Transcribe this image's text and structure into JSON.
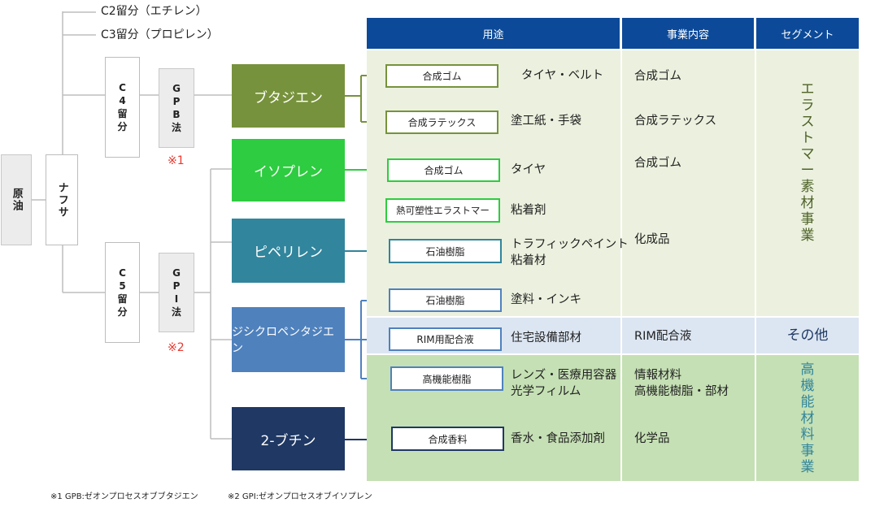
{
  "raw_material": "原油",
  "naphtha": "ナフサ",
  "c2": "C2留分（エチレン）",
  "c3": "C3留分（プロピレン）",
  "c4": [
    "C",
    "4",
    "留",
    "分"
  ],
  "c5": [
    "C",
    "5",
    "留",
    "分"
  ],
  "gpb": [
    "G",
    "P",
    "B",
    "法"
  ],
  "gpi": [
    "G",
    "P",
    "I",
    "法"
  ],
  "note1_mark": "※1",
  "note2_mark": "※2",
  "products": {
    "butadiene": "ブタジエン",
    "isoprene": "イソプレン",
    "piperylene": "ピペリレン",
    "dicyclopentadiene": "ジシクロペンタジエン",
    "butene": "2-ブチン"
  },
  "headers": {
    "use": "用途",
    "business": "事業内容",
    "segment": "セグメント"
  },
  "uses": {
    "u1": "合成ゴム",
    "u2": "合成ラテックス",
    "u3": "合成ゴム",
    "u4": "熱可塑性エラストマー",
    "u5": "石油樹脂",
    "u6": "石油樹脂",
    "u7": "RIM用配合液",
    "u8": "高機能樹脂",
    "u9": "合成香料"
  },
  "applications": {
    "a1": "タイヤ・ベルト",
    "a2": "塗工紙・手袋",
    "a3": "タイヤ",
    "a4": "粘着剤",
    "a5_l1": "トラフィックペイント",
    "a5_l2": "粘着材",
    "a6": "塗料・インキ",
    "a7": "住宅設備部材",
    "a8_l1": "レンズ・医療用容器",
    "a8_l2": "光学フィルム",
    "a9": "香水・食品添加剤"
  },
  "business": {
    "b1": "合成ゴム",
    "b2": "合成ラテックス",
    "b3": "合成ゴム",
    "b4": "化成品",
    "b5": "RIM配合液",
    "b6_l1": "情報材料",
    "b6_l2": "高機能樹脂・部材",
    "b7": "化学品"
  },
  "segments": {
    "elastomer": [
      "エ",
      "ラ",
      "ス",
      "ト",
      "マ",
      "ー",
      "素",
      "材",
      "事",
      "業"
    ],
    "other": "その他",
    "specialty": [
      "高",
      "機",
      "能",
      "材",
      "料",
      "事",
      "業"
    ]
  },
  "footnotes": {
    "n1": "※1 GPB:ゼオンプロセスオブブタジエン",
    "n2": "※2 GPI:ゼオンプロセスオブイソプレン"
  },
  "colors": {
    "butadiene": "#77923c",
    "isoprene": "#2ecc40",
    "piperylene": "#31859c",
    "dicyclopentadiene": "#4f81bd",
    "butene": "#1f3864",
    "header": "#0c4a99",
    "elastomer_bg": "#ebf1de",
    "other_bg": "#dce6f2",
    "specialty_bg": "#c5e0b4",
    "note_red": "#e8392f"
  }
}
